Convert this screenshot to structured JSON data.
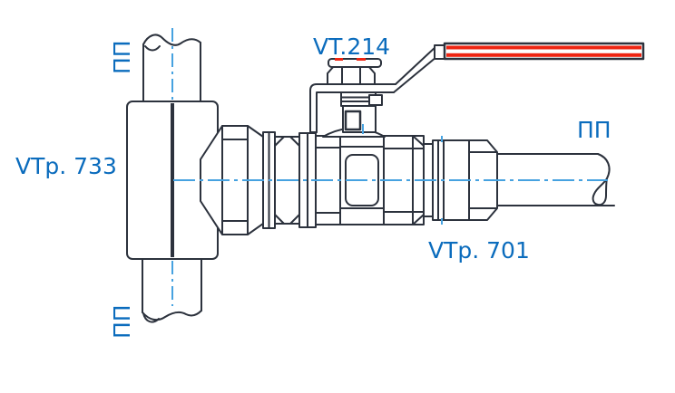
{
  "labels": {
    "tee_model": "VTp. 733",
    "valve_model": "VT.214",
    "fitting_model": "VTp. 701",
    "pipe_top": "ПП",
    "pipe_bottom": "ПП",
    "pipe_right": "ПП"
  },
  "colors": {
    "outline": "#2c323d",
    "centerline": "#46a2e0",
    "label": "#0b6cbd",
    "handle": "#ee2512",
    "background": "#ffffff"
  }
}
